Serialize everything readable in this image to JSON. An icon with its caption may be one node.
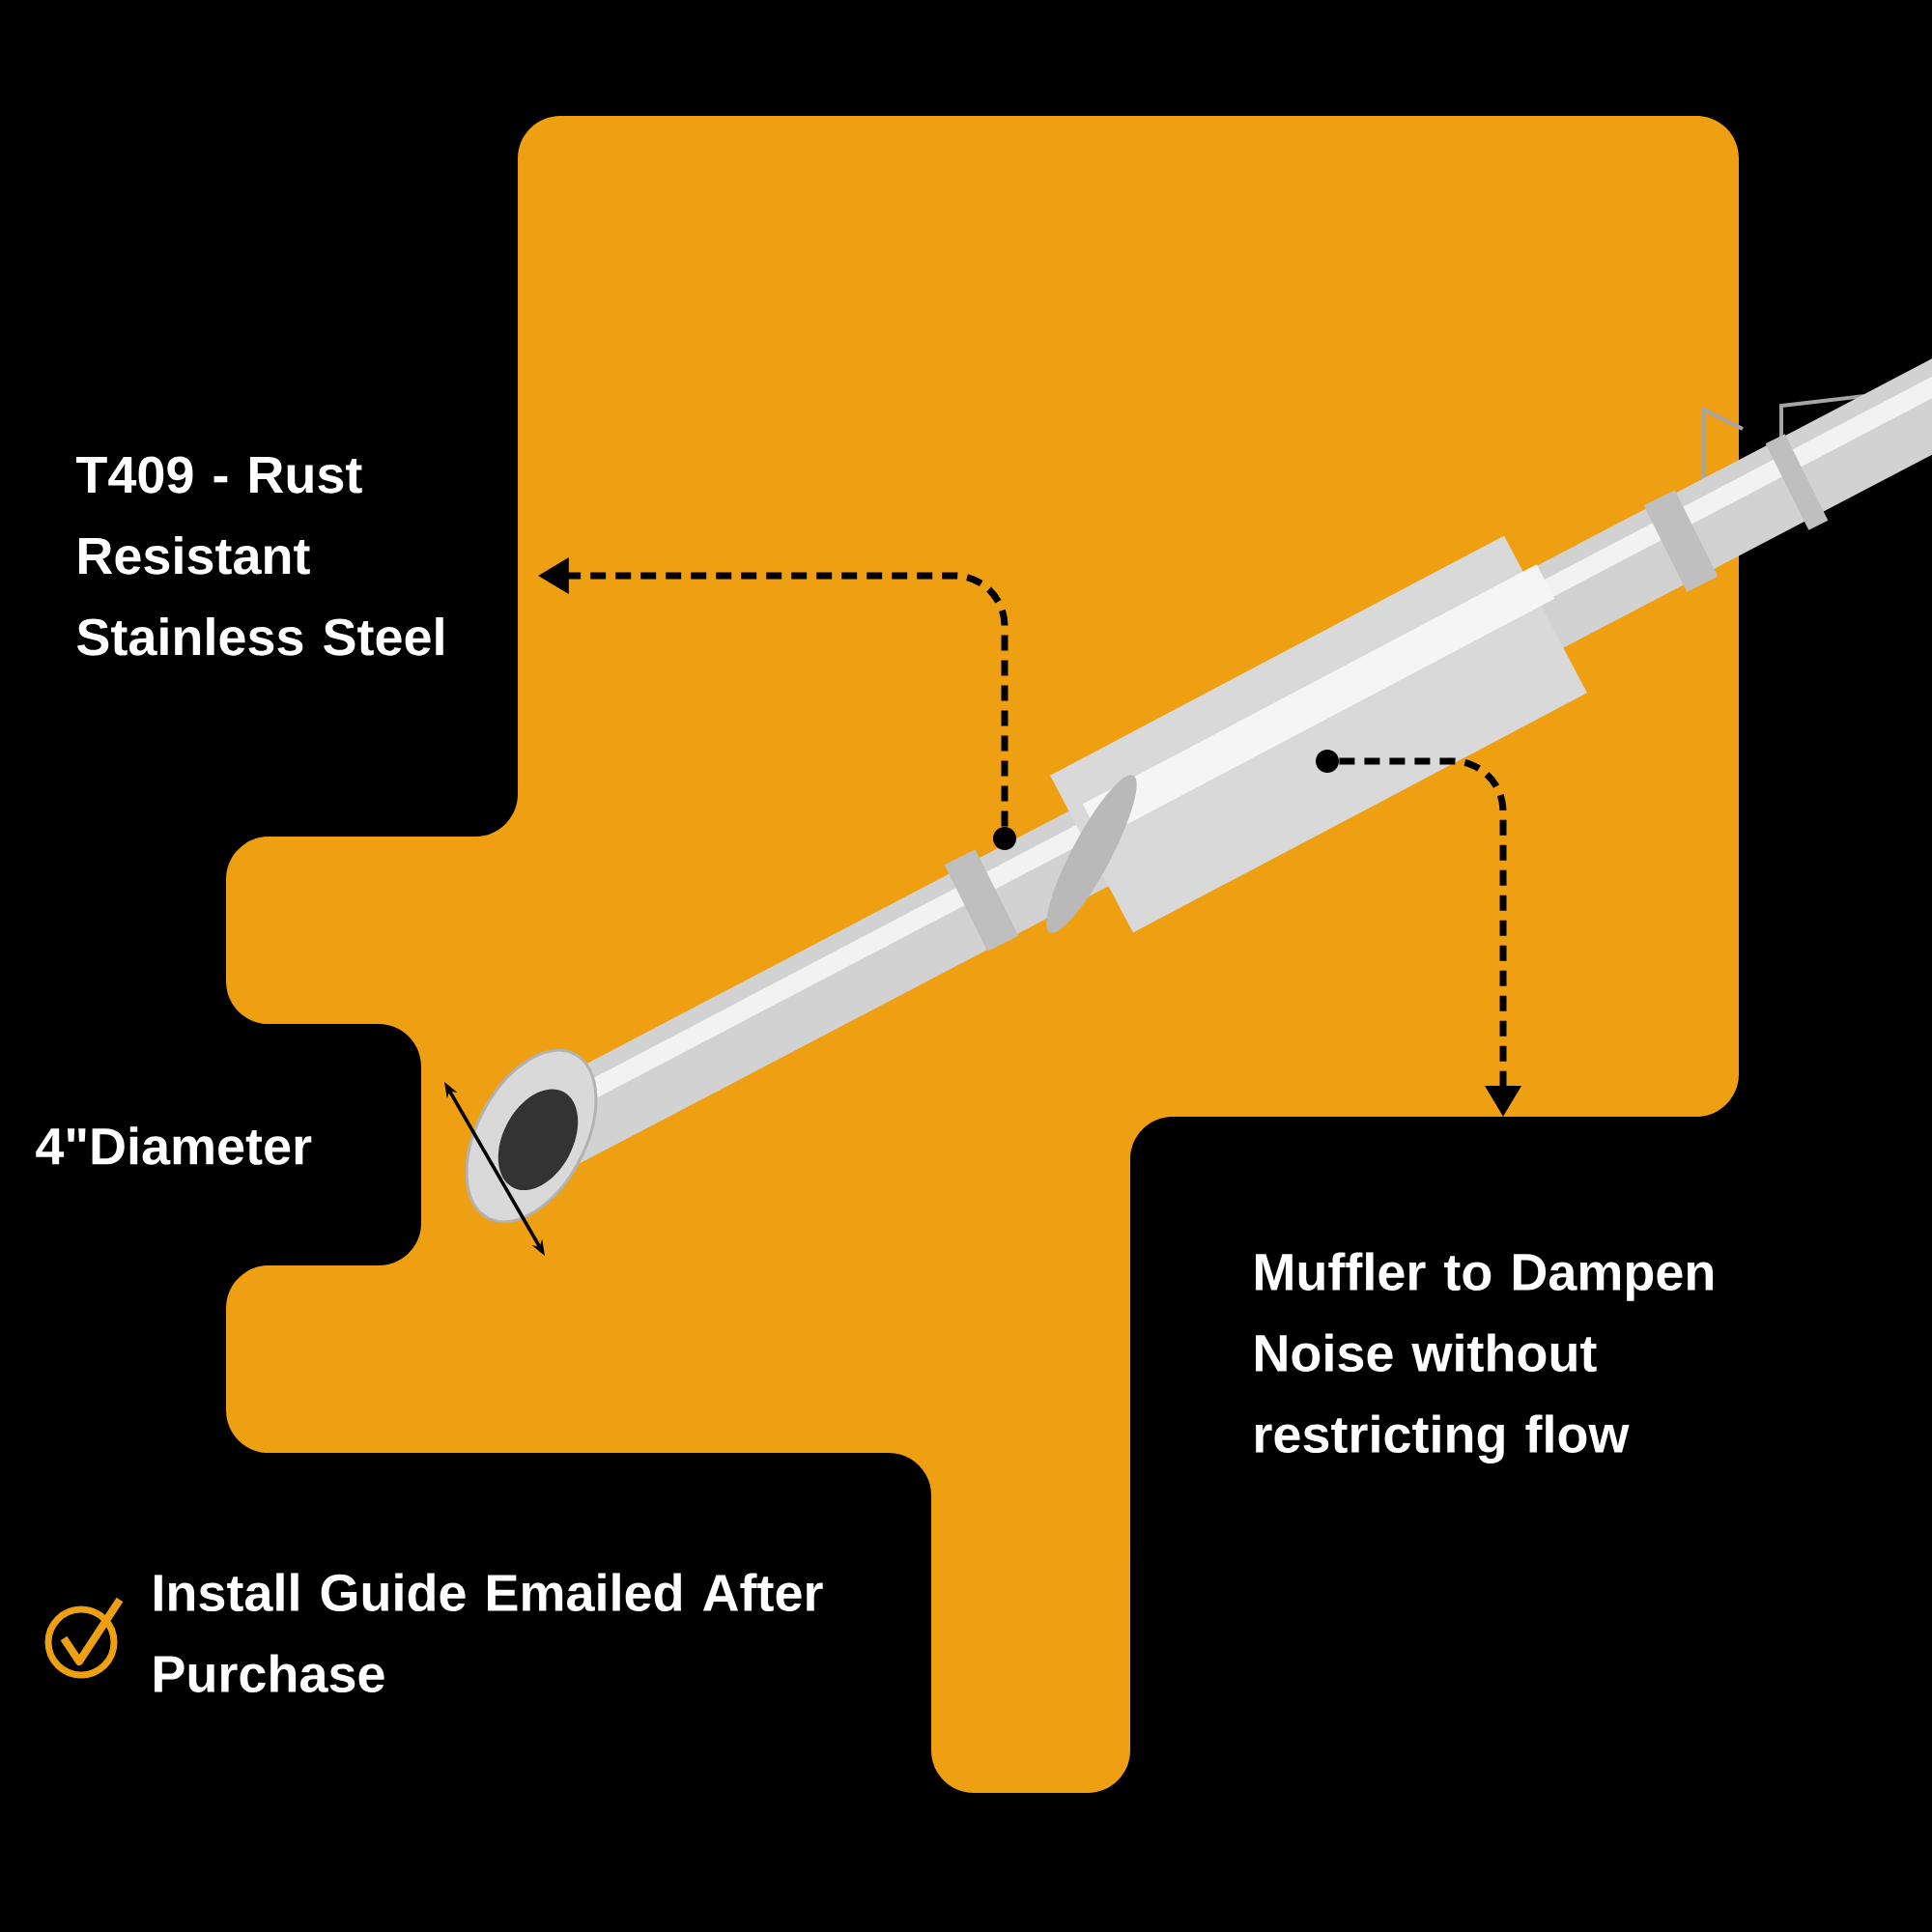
{
  "diagram": {
    "nodes": [
      {
        "text": [
          "T409 - Rust Resistant Stainless Steel"
        ]
      },
      {
        "text": [],
        "shape": "circle"
      },
      {
        "text": [],
        "shape": "circle"
      },
      {
        "text": [
          "Muffler to Dampen Noise without restricting flow"
        ]
      }
    ],
    "edges": [
      {
        "from": 1,
        "to": 0,
        "arrow": "to"
      },
      {
        "from": 2,
        "to": 3,
        "arrow": "to"
      }
    ],
    "labels": [
      "4\"Diameter",
      "Install Guide Emailed After Purchase"
    ]
  }
}
